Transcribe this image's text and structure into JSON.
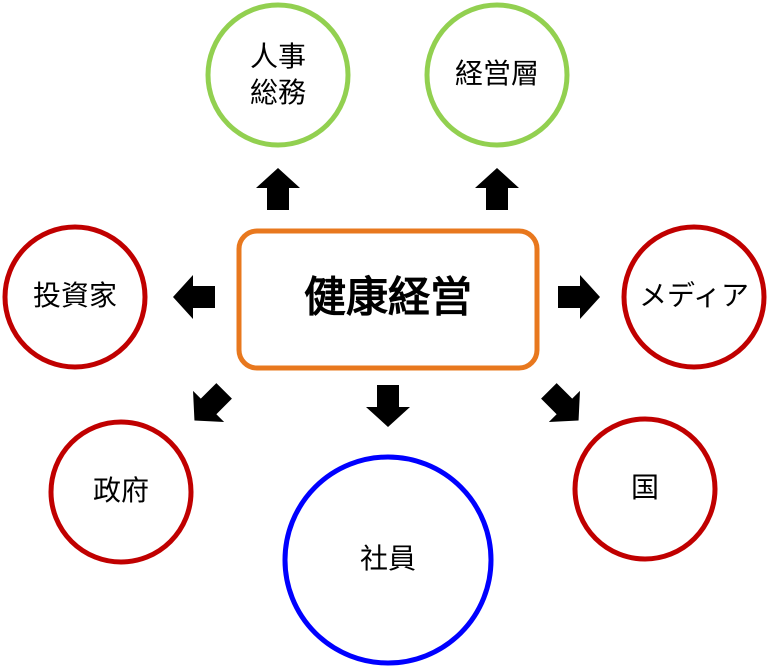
{
  "center": {
    "label": "健康経営",
    "color": "#e8781e"
  },
  "nodes": {
    "hr": {
      "line1": "人事",
      "line2": "総務",
      "color": "#92d050"
    },
    "management": {
      "label": "経営層",
      "color": "#92d050"
    },
    "investors": {
      "label": "投資家",
      "color": "#c00000"
    },
    "media": {
      "label": "メディア",
      "color": "#c00000"
    },
    "government": {
      "label": "政府",
      "color": "#c00000"
    },
    "nation": {
      "label": "国",
      "color": "#c00000"
    },
    "employees": {
      "label": "社員",
      "color": "#0000ff"
    }
  }
}
